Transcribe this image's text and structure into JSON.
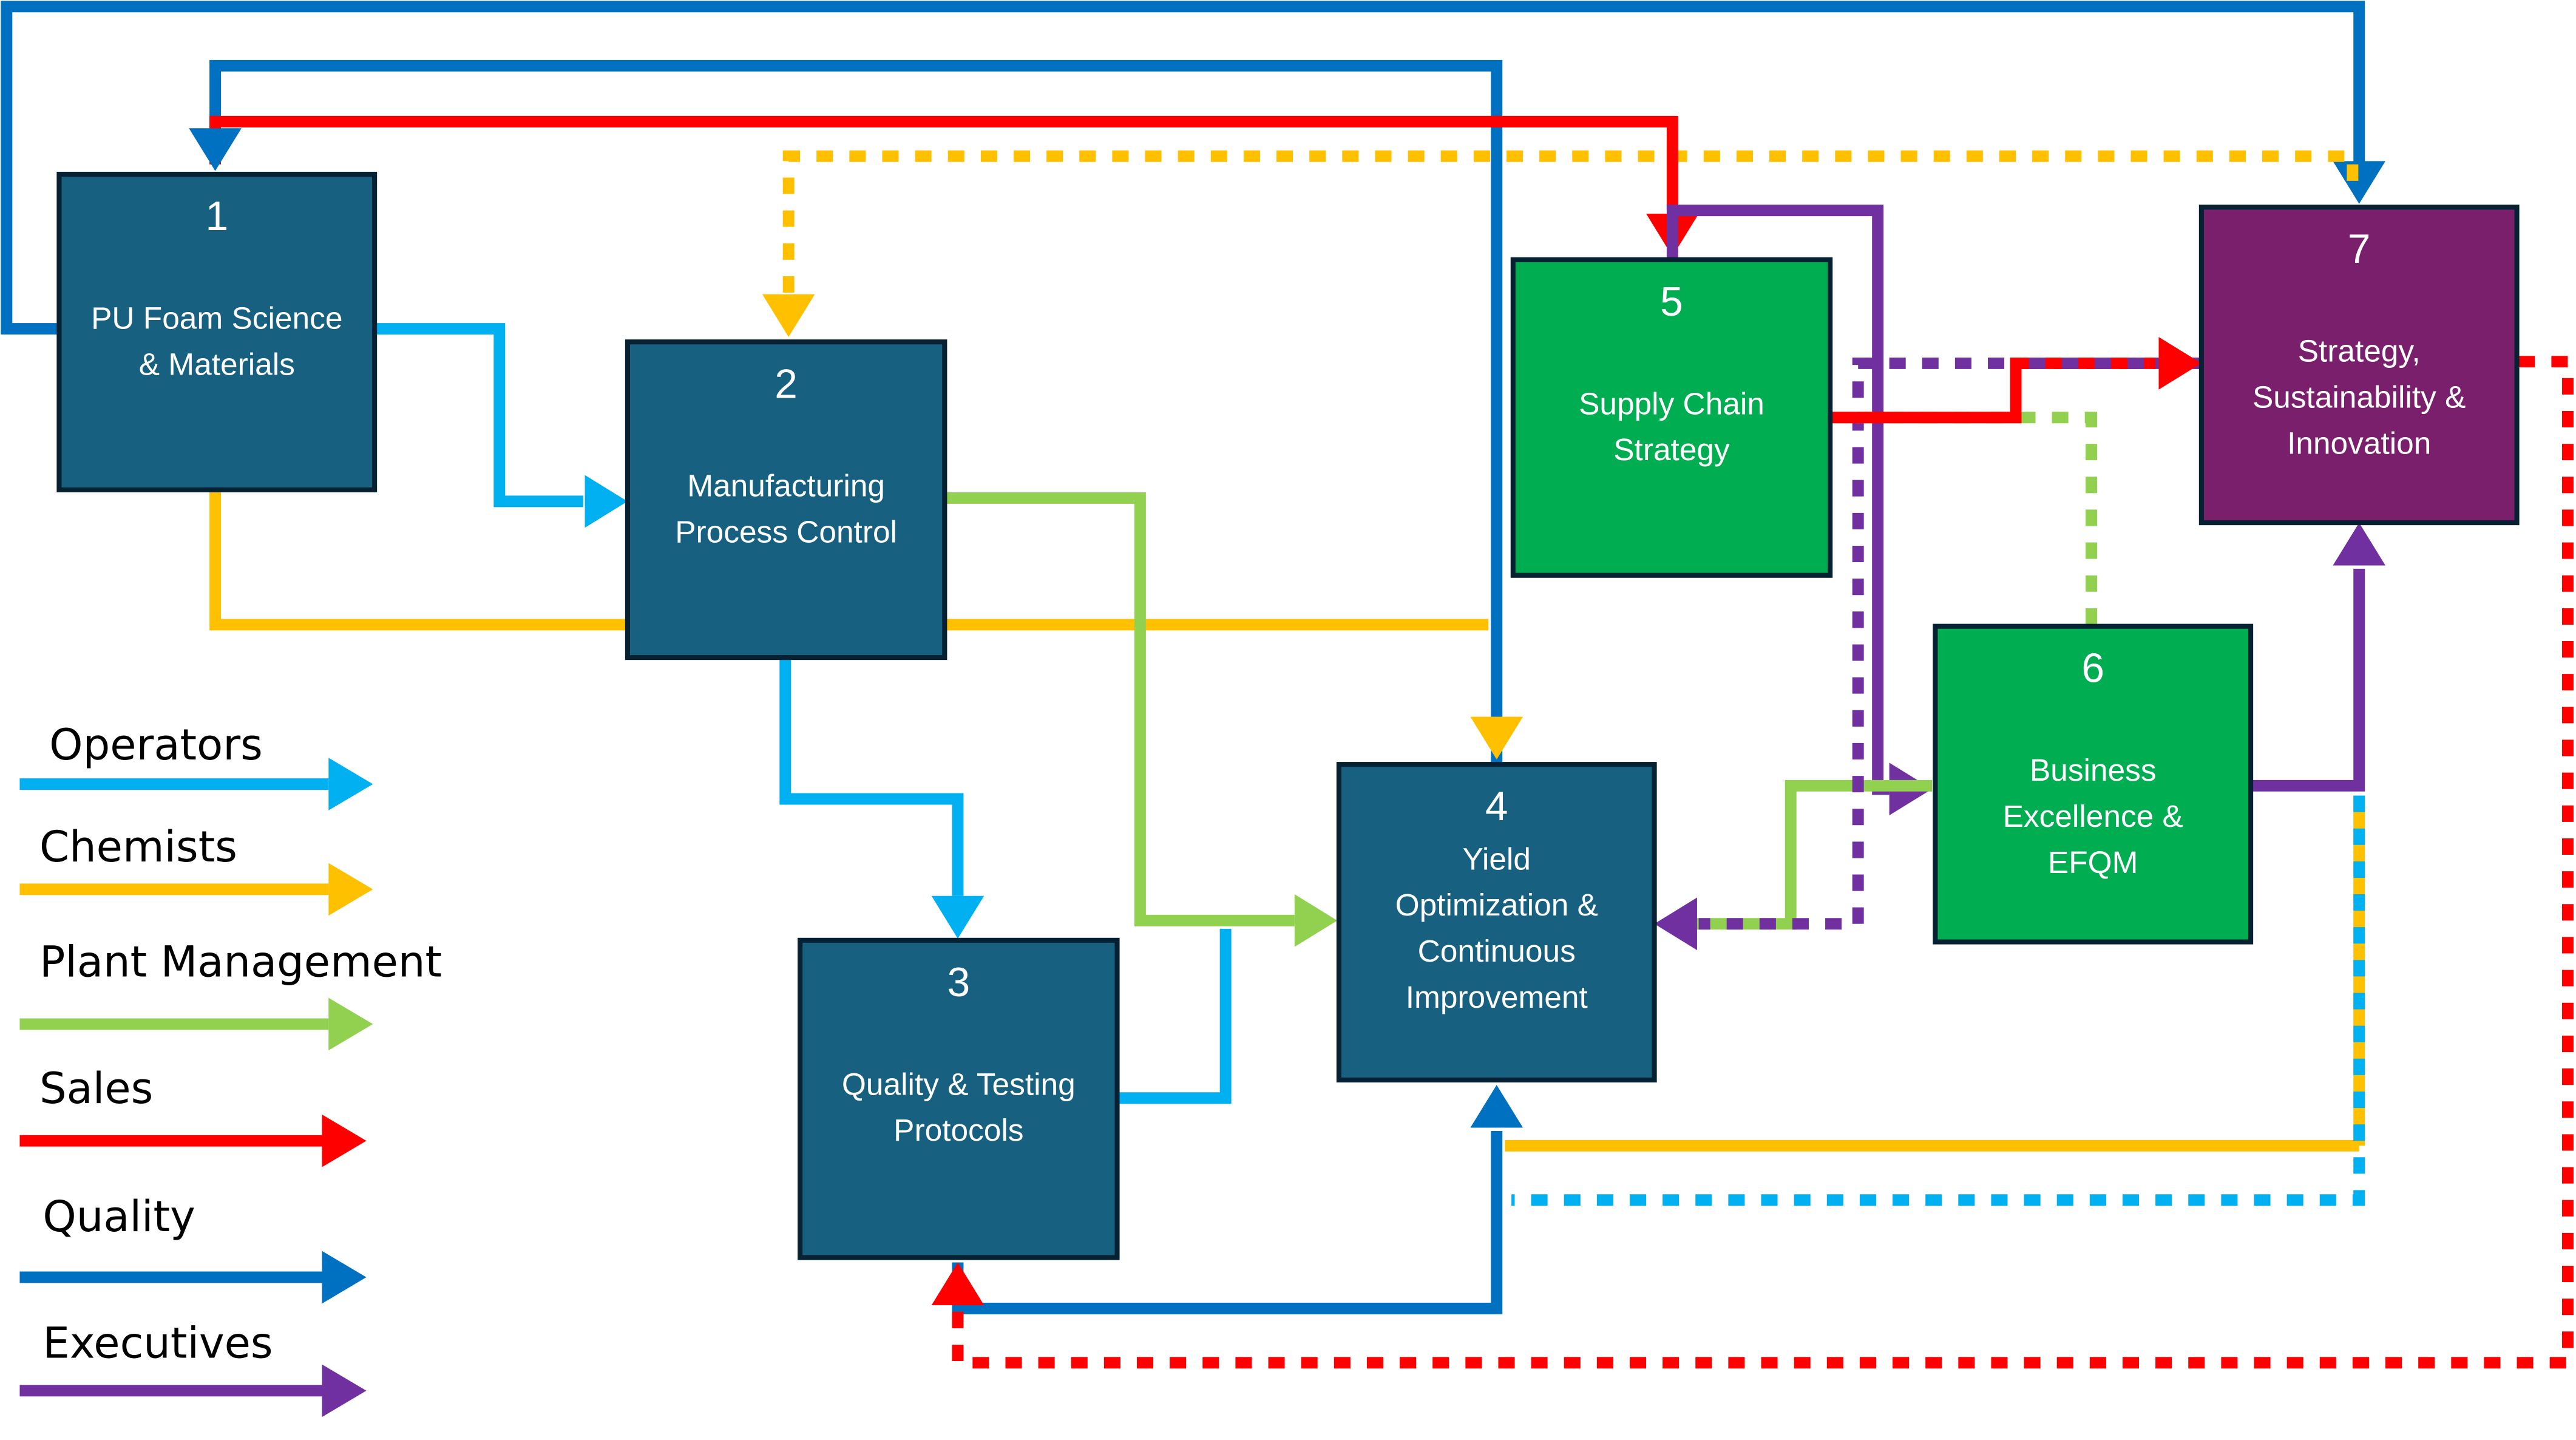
{
  "diagram": {
    "colors": {
      "operators": "#00B0F0",
      "chemists": "#FFC000",
      "plant_management": "#92D050",
      "sales": "#FF0000",
      "quality": "#0070C0",
      "executives": "#7030A0",
      "node_blue": "#17607F",
      "node_green": "#00AD50",
      "node_purple": "#7A1F6B",
      "node_border": "#062232"
    },
    "nodes": [
      {
        "id": "1",
        "number": "1",
        "lines": [
          "PU Foam Science",
          "& Materials"
        ],
        "fill": "node_blue"
      },
      {
        "id": "2",
        "number": "2",
        "lines": [
          "Manufacturing",
          "Process Control"
        ],
        "fill": "node_blue"
      },
      {
        "id": "3",
        "number": "3",
        "lines": [
          "Quality & Testing",
          "Protocols"
        ],
        "fill": "node_blue"
      },
      {
        "id": "4",
        "number": "4",
        "lines": [
          "Yield",
          "Optimization &",
          "Continuous",
          "Improvement"
        ],
        "fill": "node_blue"
      },
      {
        "id": "5",
        "number": "5",
        "lines": [
          "Supply Chain",
          "Strategy"
        ],
        "fill": "node_green"
      },
      {
        "id": "6",
        "number": "6",
        "lines": [
          "Business",
          "Excellence &",
          "EFQM"
        ],
        "fill": "node_green"
      },
      {
        "id": "7",
        "number": "7",
        "lines": [
          "Strategy,",
          "Sustainability &",
          "Innovation"
        ],
        "fill": "node_purple"
      }
    ],
    "legend": [
      {
        "key": "operators",
        "label": "Operators"
      },
      {
        "key": "chemists",
        "label": "Chemists"
      },
      {
        "key": "plant_management",
        "label": "Plant Management"
      },
      {
        "key": "sales",
        "label": "Sales"
      },
      {
        "key": "quality",
        "label": "Quality"
      },
      {
        "key": "executives",
        "label": "Executives"
      }
    ],
    "connections": [
      {
        "from": "1",
        "to": "2",
        "role": "operators",
        "style": "solid"
      },
      {
        "from": "2",
        "to": "3",
        "role": "operators",
        "style": "solid"
      },
      {
        "from": "3",
        "to": "4",
        "role": "operators",
        "style": "solid"
      },
      {
        "from": "4",
        "to": "7",
        "role": "operators",
        "style": "dashed"
      },
      {
        "from": "1",
        "to": "4",
        "role": "chemists",
        "style": "solid"
      },
      {
        "from": "4",
        "to": "7",
        "role": "chemists",
        "style": "solid"
      },
      {
        "from": "2",
        "to": "7",
        "role": "chemists",
        "style": "dashed"
      },
      {
        "from": "2",
        "to": "4",
        "role": "plant_management",
        "style": "solid"
      },
      {
        "from": "6",
        "to": "4",
        "role": "plant_management",
        "style": "solid"
      },
      {
        "from": "6",
        "to": "5",
        "role": "plant_management",
        "style": "dashed"
      },
      {
        "from": "1",
        "to": "5",
        "role": "sales",
        "style": "solid"
      },
      {
        "from": "5",
        "to": "7",
        "role": "sales",
        "style": "solid"
      },
      {
        "from": "7",
        "to": "3",
        "role": "sales",
        "style": "dashed"
      },
      {
        "from": "4",
        "to": "1",
        "role": "quality",
        "style": "solid"
      },
      {
        "from": "1",
        "to": "7",
        "role": "quality",
        "style": "solid"
      },
      {
        "from": "3",
        "to": "4",
        "role": "quality",
        "style": "solid"
      },
      {
        "from": "5",
        "to": "6",
        "role": "executives",
        "style": "solid"
      },
      {
        "from": "6",
        "to": "7",
        "role": "executives",
        "style": "solid"
      },
      {
        "from": "7",
        "to": "4",
        "role": "executives",
        "style": "dashed"
      }
    ]
  }
}
